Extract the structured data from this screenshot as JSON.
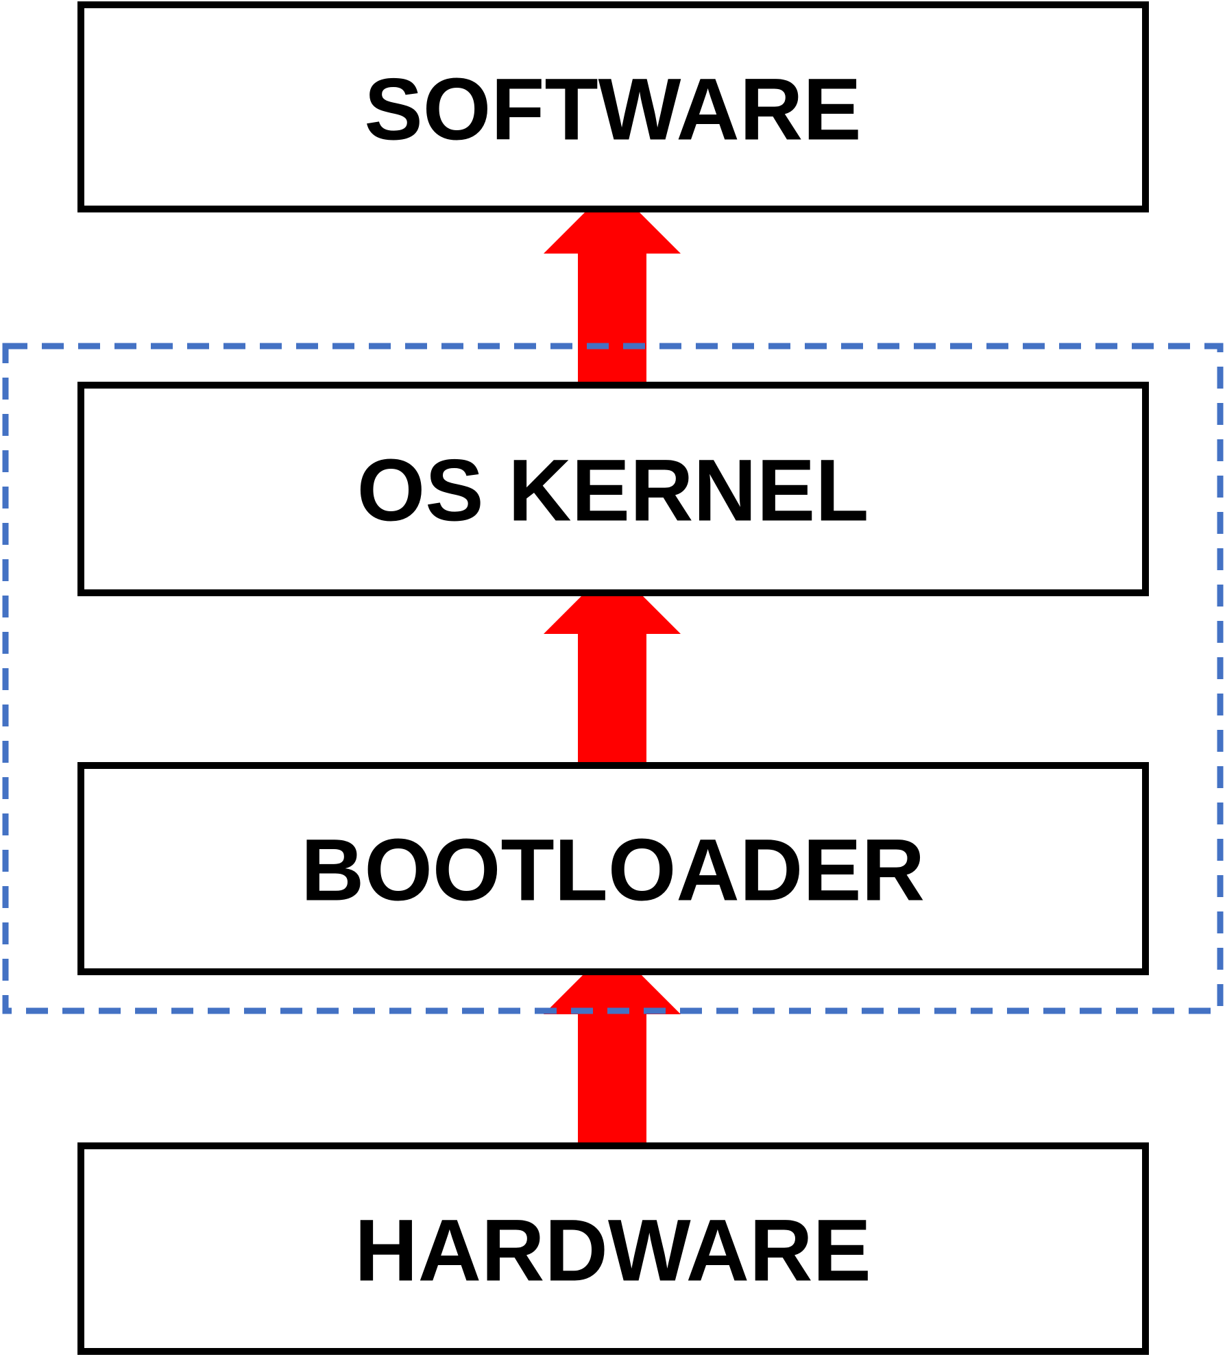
{
  "layers": [
    {
      "id": "software",
      "label": "SOFTWARE"
    },
    {
      "id": "os-kernel",
      "label": "OS KERNEL"
    },
    {
      "id": "bootloader",
      "label": "BOOTLOADER"
    },
    {
      "id": "hardware",
      "label": "HARDWARE"
    }
  ],
  "colors": {
    "box_border": "#000000",
    "arrow": "#ff0000",
    "dashed_boundary": "#4472c4"
  }
}
